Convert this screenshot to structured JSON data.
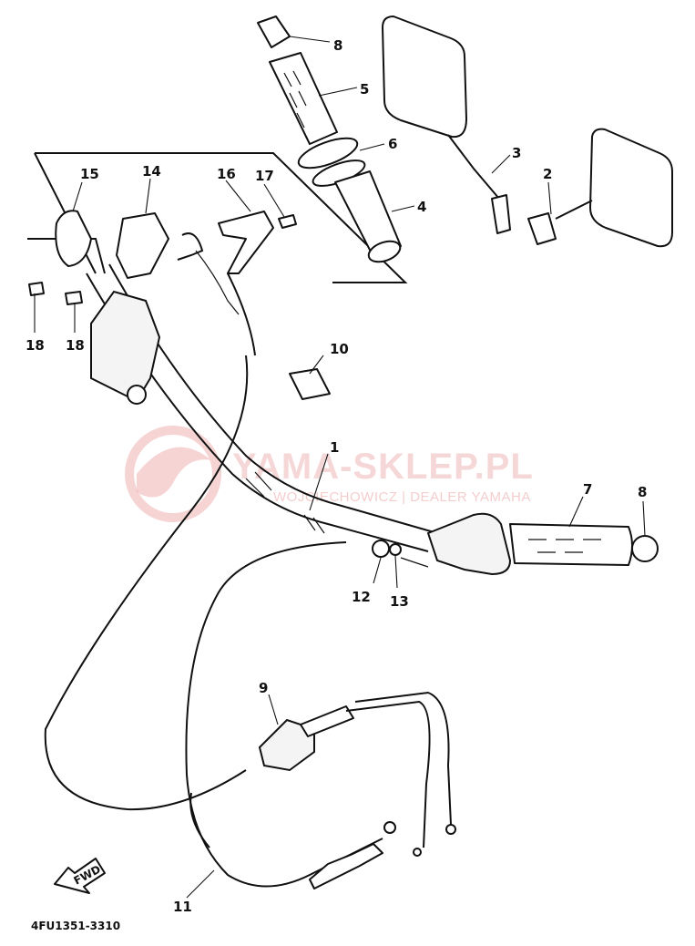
{
  "watermark": {
    "brand": "YAMA-SKLEP.PL",
    "subtitle": "WOJCIECHOWICZ | DEALER YAMAHA"
  },
  "diagram_code": "4FU1351-3310",
  "fwd_label": "FWD",
  "callouts": [
    {
      "id": "c8a",
      "label": "8"
    },
    {
      "id": "c5",
      "label": "5"
    },
    {
      "id": "c6",
      "label": "6"
    },
    {
      "id": "c4",
      "label": "4"
    },
    {
      "id": "c3",
      "label": "3"
    },
    {
      "id": "c2",
      "label": "2"
    },
    {
      "id": "c15",
      "label": "15"
    },
    {
      "id": "c14",
      "label": "14"
    },
    {
      "id": "c16",
      "label": "16"
    },
    {
      "id": "c17",
      "label": "17"
    },
    {
      "id": "c18a",
      "label": "18"
    },
    {
      "id": "c18b",
      "label": "18"
    },
    {
      "id": "c10",
      "label": "10"
    },
    {
      "id": "c1",
      "label": "1"
    },
    {
      "id": "c7",
      "label": "7"
    },
    {
      "id": "c8b",
      "label": "8"
    },
    {
      "id": "c12",
      "label": "12"
    },
    {
      "id": "c13",
      "label": "13"
    },
    {
      "id": "c9",
      "label": "9"
    },
    {
      "id": "c11",
      "label": "11"
    }
  ],
  "colors": {
    "ink": "#111111",
    "watermark": "#f0b8b8"
  }
}
